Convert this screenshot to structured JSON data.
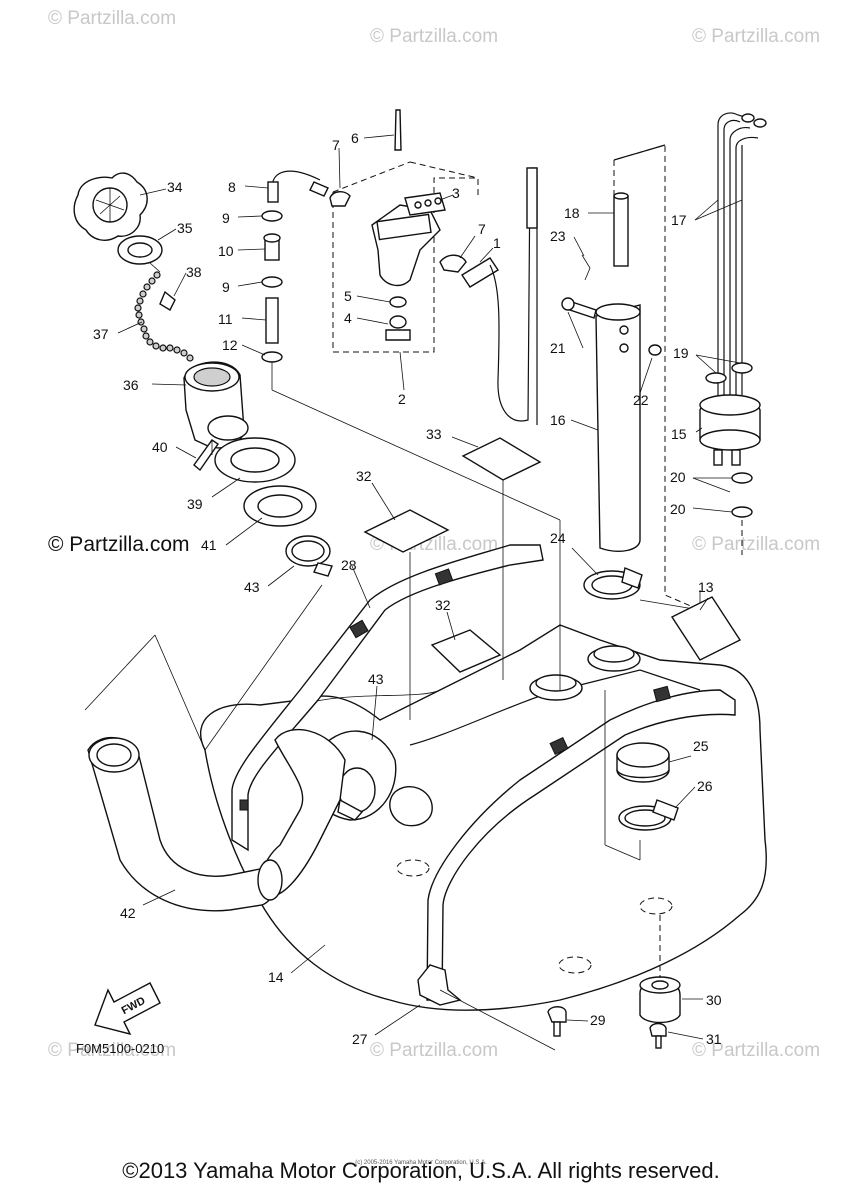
{
  "figure_code": "F0M5100-0210",
  "fwd_label": "FWD",
  "copyright": "©2013 Yamaha Motor Corporation, U.S.A. All rights reserved.",
  "tiny_note": "(c) 2005-2016 Yamaha Motor Corporation, U.S.A.",
  "watermark_text": "© Partzilla.com",
  "watermark_prominent": "© Partzilla.com",
  "callouts": [
    "1",
    "2",
    "3",
    "4",
    "5",
    "6",
    "7",
    "7",
    "8",
    "9",
    "9",
    "10",
    "11",
    "12",
    "13",
    "14",
    "15",
    "16",
    "17",
    "18",
    "19",
    "20",
    "20",
    "21",
    "22",
    "23",
    "24",
    "25",
    "26",
    "27",
    "28",
    "29",
    "30",
    "31",
    "32",
    "32",
    "33",
    "34",
    "35",
    "36",
    "37",
    "38",
    "39",
    "40",
    "41",
    "42",
    "43",
    "43"
  ]
}
